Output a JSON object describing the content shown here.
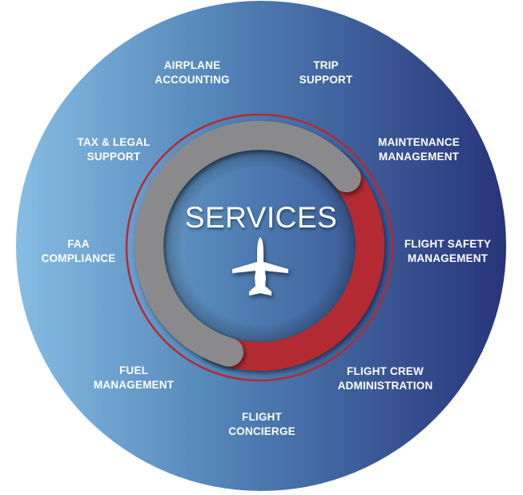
{
  "title": "SERVICES",
  "icon": "airplane-icon",
  "colors": {
    "gradient_left": "#86bde3",
    "gradient_right": "#28347a",
    "ring_gray": "#8a8a8c",
    "ring_red": "#b32a32"
  },
  "services": [
    {
      "line1": "AIRPLANE",
      "line2": "ACCOUNTING"
    },
    {
      "line1": "TRIP",
      "line2": "SUPPORT"
    },
    {
      "line1": "TAX & LEGAL",
      "line2": "SUPPORT"
    },
    {
      "line1": "MAINTENANCE",
      "line2": "MANAGEMENT"
    },
    {
      "line1": "FAA",
      "line2": "COMPLIANCE"
    },
    {
      "line1": "FLIGHT SAFETY",
      "line2": "MANAGEMENT"
    },
    {
      "line1": "FUEL",
      "line2": "MANAGEMENT"
    },
    {
      "line1": "FLIGHT CREW",
      "line2": "ADMINISTRATION"
    },
    {
      "line1": "FLIGHT",
      "line2": "CONCIERGE"
    }
  ]
}
